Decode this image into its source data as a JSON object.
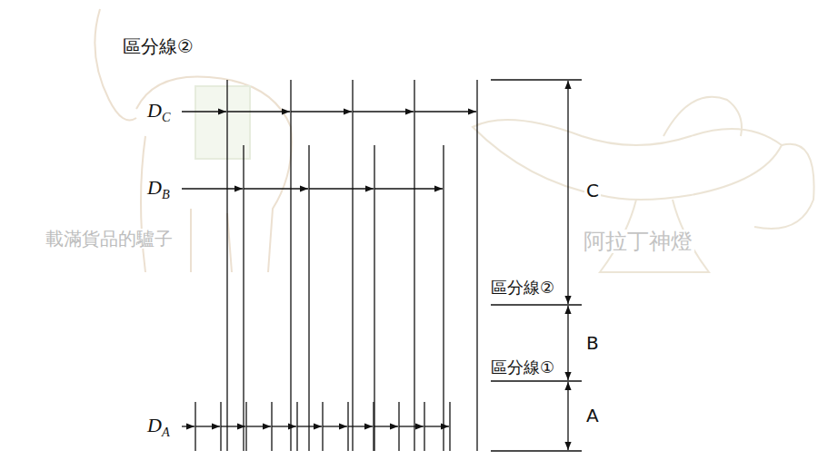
{
  "diagram": {
    "labels": [
      "區分線②",
      "DC",
      "DB",
      "DA",
      "C",
      "區分線②",
      "B",
      "區分線①",
      "A",
      "載滿貨品的驢子",
      "阿拉丁神燈"
    ]
  }
}
